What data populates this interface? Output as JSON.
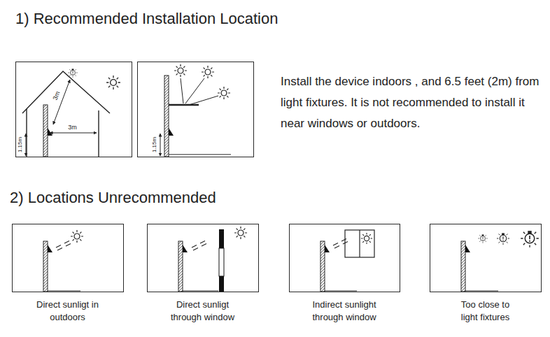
{
  "diagram": {
    "nodes": [
      {
        "text": [
          "3m",
          "3m",
          "1.15m"
        ]
      },
      {
        "text": [
          "1.15m"
        ]
      },
      {
        "text": [
          "Direct sunligt in outdoors"
        ]
      },
      {
        "text": [
          "Direct sunligt through window"
        ]
      },
      {
        "text": [
          "Indirect sunlight through window"
        ]
      },
      {
        "text": [
          "Too close to light fixtures"
        ]
      }
    ],
    "labels": [
      "1) Recommended Installation Location",
      "Install the device indoors , and 6.5 feet (2m) from light fixtures. It is not recommended to install it near windows or outdoors.",
      "2) Locations Unrecommended"
    ]
  }
}
